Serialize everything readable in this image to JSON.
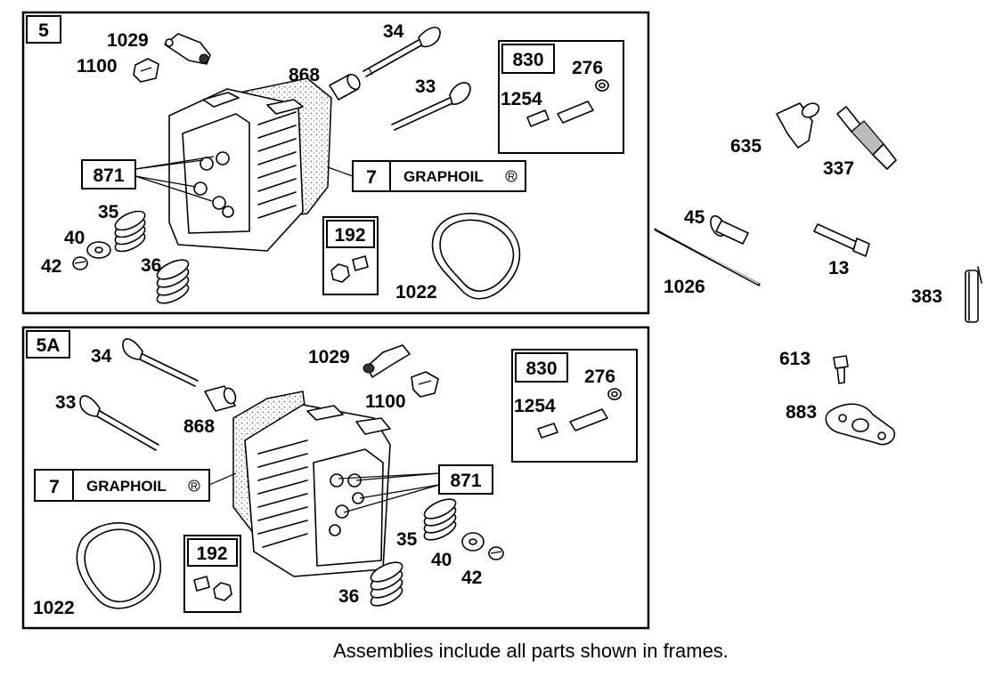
{
  "frames": {
    "top": {
      "id": "5"
    },
    "bottom": {
      "id": "5A"
    }
  },
  "top": {
    "p1029": "1029",
    "p1100": "1100",
    "p34": "34",
    "p868": "868",
    "p33": "33",
    "kit830": "830",
    "p276": "276",
    "p1254": "1254",
    "kit871": "871",
    "kit7": "7",
    "graphoil": "GRAPHOIL",
    "p35": "35",
    "p40": "40",
    "p42": "42",
    "p36": "36",
    "kit192": "192",
    "p1022": "1022"
  },
  "bottom": {
    "p34": "34",
    "p33": "33",
    "p868": "868",
    "p1029": "1029",
    "p1100": "1100",
    "kit830": "830",
    "p276": "276",
    "p1254": "1254",
    "kit7": "7",
    "graphoil": "GRAPHOIL",
    "kit871": "871",
    "p35": "35",
    "p40": "40",
    "p42": "42",
    "p36": "36",
    "kit192": "192",
    "p1022": "1022"
  },
  "loose": {
    "p635": "635",
    "p337": "337",
    "p45": "45",
    "p13": "13",
    "p1026": "1026",
    "p383": "383",
    "p613": "613",
    "p883": "883"
  },
  "registered_mark": "R",
  "footer": "Assemblies include all parts shown in frames."
}
